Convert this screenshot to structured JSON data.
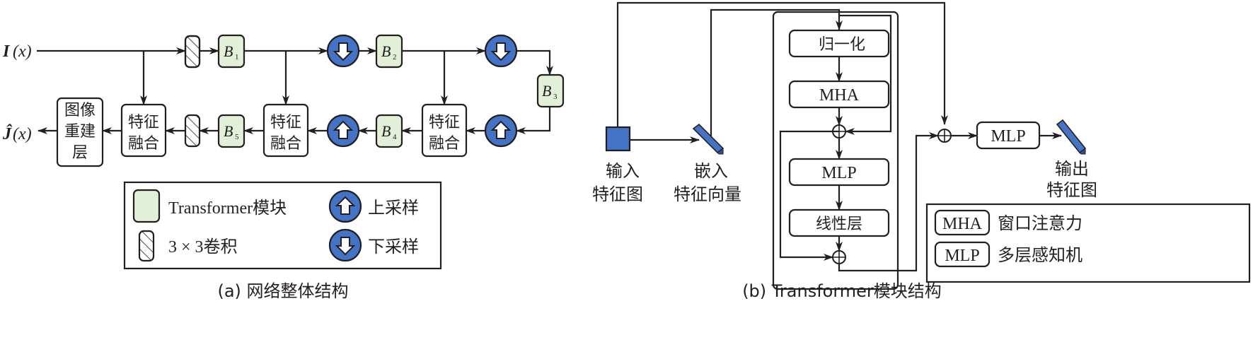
{
  "panel_a": {
    "input_label": "I",
    "input_arg": "(x)",
    "output_label": "Ĵ",
    "output_arg": "(x)",
    "blocks": [
      {
        "id": "B1",
        "base": "B",
        "sub": "1"
      },
      {
        "id": "B2",
        "base": "B",
        "sub": "2"
      },
      {
        "id": "B3",
        "base": "B",
        "sub": "3"
      },
      {
        "id": "B4",
        "base": "B",
        "sub": "4"
      },
      {
        "id": "B5",
        "base": "B",
        "sub": "5"
      }
    ],
    "fusion_line1": "特征",
    "fusion_line2": "融合",
    "recon_line1": "图像",
    "recon_line2": "重建",
    "recon_line3": "层",
    "legend": {
      "transformer": "Transformer模块",
      "conv": "3 × 3卷积",
      "upsample": "上采样",
      "downsample": "下采样"
    },
    "caption": "(a) 网络整体结构"
  },
  "panel_b": {
    "input_line1": "输入",
    "input_line2": "特征图",
    "embed_line1": "嵌入",
    "embed_line2": "特征向量",
    "norm": "归一化",
    "mha": "MHA",
    "mlp_inner": "MLP",
    "linear": "线性层",
    "mlp_outer": "MLP",
    "output_line1": "输出",
    "output_line2": "特征图",
    "legend": [
      {
        "abbr": "MHA",
        "desc": "窗口注意力"
      },
      {
        "abbr": "MLP",
        "desc": "多层感知机"
      }
    ],
    "caption": "(b) Transformer模块结构"
  },
  "colors": {
    "transformer_fill": "#e2efd9",
    "sampling_fill": "#4472c4",
    "stroke": "#231f20"
  }
}
